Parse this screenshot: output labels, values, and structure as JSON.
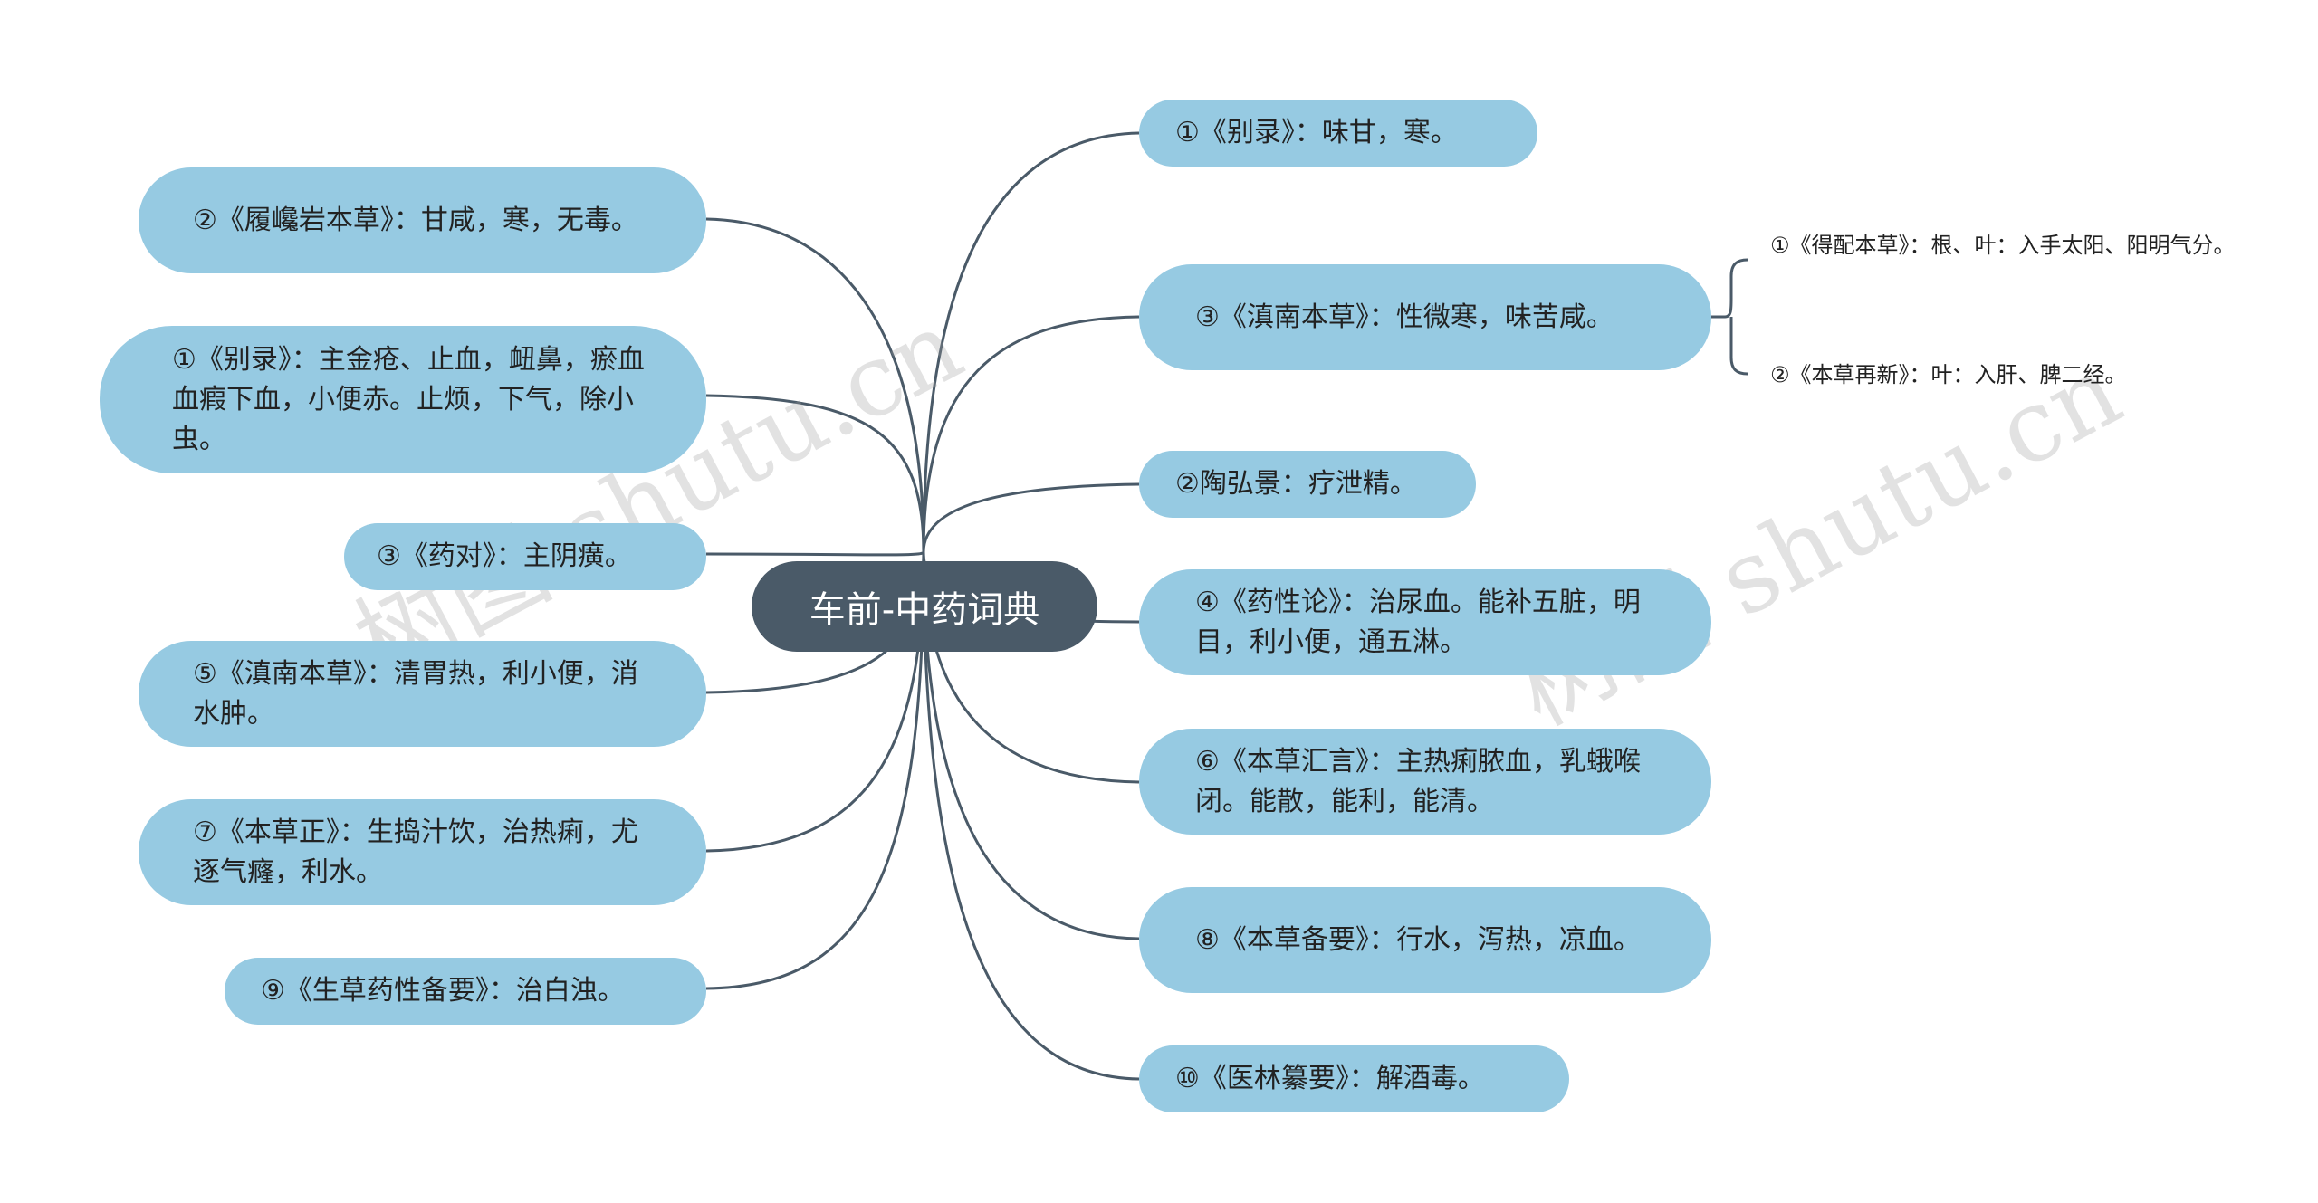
{
  "root": {
    "title": "车前-中药词典"
  },
  "left_nodes": [
    {
      "text": "②《履巉岩本草》：甘咸，寒，无毒。"
    },
    {
      "text": "①《别录》：主金疮、止血，衄鼻，瘀血血瘕下血，小便赤。止烦，下气，除小虫。"
    },
    {
      "text": "③《药对》：主阴癀。"
    },
    {
      "text": "⑤《滇南本草》：清胃热，利小便，消水肿。"
    },
    {
      "text": "⑦《本草正》：生捣汁饮，治热痢，尤逐气癃，利水。"
    },
    {
      "text": "⑨《生草药性备要》：治白浊。"
    }
  ],
  "right_nodes": [
    {
      "text": "①《别录》：味甘，寒。"
    },
    {
      "text": "③《滇南本草》：性微寒，味苦咸。"
    },
    {
      "text": "②陶弘景：疗泄精。"
    },
    {
      "text": "④《药性论》：治尿血。能补五脏，明目，利小便，通五淋。"
    },
    {
      "text": "⑥《本草汇言》：主热痢脓血，乳蛾喉闭。能散，能利，能清。"
    },
    {
      "text": "⑧《本草备要》：行水，泻热，凉血。"
    },
    {
      "text": "⑩《医林纂要》：解酒毒。"
    }
  ],
  "sub_nodes": [
    {
      "text": "①《得配本草》：根、叶：入手太阳、阳明气分。"
    },
    {
      "text": "②《本草再新》：叶：入肝、脾二经。"
    }
  ],
  "watermarks": [
    {
      "text": "树图 shutu.cn"
    },
    {
      "text": "树图 shutu.cn"
    }
  ],
  "colors": {
    "root_fill": "#4a5a68",
    "node_fill": "#96cae2",
    "edge": "#4a5a68",
    "text": "#222222"
  }
}
